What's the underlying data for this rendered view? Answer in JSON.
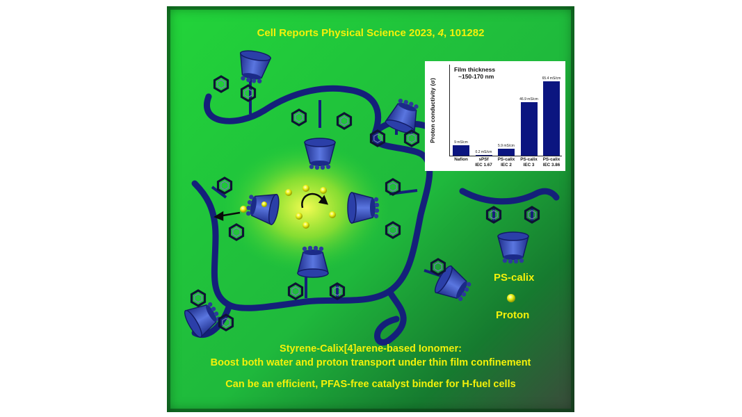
{
  "header": {
    "citation": "Cell Reports Physical Science 2023,",
    "volume": "4",
    "article": ", 101282"
  },
  "chart_data": {
    "type": "bar",
    "ylabel": "Proton conductivity (σ)",
    "annotation_line1": "Film thickness",
    "annotation_line2": "~150-170 nm",
    "categories": [
      [
        "Nafion",
        ""
      ],
      [
        "sPSf",
        "IEC 1.67"
      ],
      [
        "PS-calix",
        "IEC 2"
      ],
      [
        "PS-calix",
        "IEC 3"
      ],
      [
        "PS-calix",
        "IEC 3.86"
      ]
    ],
    "values": [
      9,
      0.2,
      5.9,
      46.9,
      65.4
    ],
    "value_labels": [
      "9 mS/cm",
      "0.2 mS/cm",
      "5.9 mS/cm",
      "46.9 mS/cm",
      "65.4 mS/cm"
    ],
    "ylim": [
      0,
      70
    ],
    "bar_color": "#0b1580"
  },
  "legend": {
    "ps_calix": "PS-calix",
    "proton": "Proton"
  },
  "caption": {
    "line1": "Styrene-Calix[4]arene-based Ionomer:",
    "line2": "Boost both water and proton transport under thin film confinement",
    "line3": "Can be an efficient, PFAS-free catalyst binder for H-fuel cells"
  },
  "colors": {
    "background": "#22d43a",
    "text": "#f4f10a",
    "polymer": "#14207a",
    "calix_cup": "#3e58c9",
    "proton": "#eef219"
  }
}
